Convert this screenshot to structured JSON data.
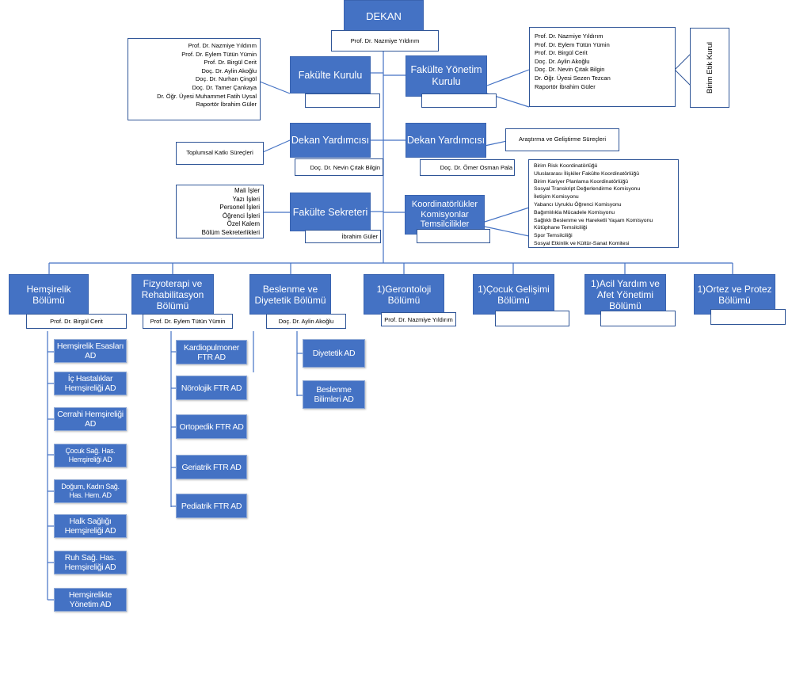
{
  "dean": {
    "title": "DEKAN",
    "name": "Prof. Dr. Nazmiye Yıldırım"
  },
  "faculty_board": {
    "title": "Fakülte Kurulu",
    "members": [
      "Prof. Dr. Nazmiye Yıldırım",
      "Prof. Dr. Eylem Tütün Yümin",
      "Prof. Dr. Birgül Cerit",
      "Doç. Dr. Aylin Akoğlu",
      "Doç. Dr. Nurhan Çingöl",
      "Doç. Dr. Tamer Çankaya",
      "Dr. Öğr. Üyesi Muhammet Fatih Uysal",
      "Raportör İbrahim Güler"
    ]
  },
  "faculty_management": {
    "title": "Fakülte Yönetim Kurulu",
    "members": [
      "Prof. Dr. Nazmiye Yıldırım",
      "Prof. Dr. Eylem Tütün Yümin",
      "Prof. Dr. Birgül Cerit",
      "Doç. Dr. Aylin Akoğlu",
      "Doç. Dr. Nevin Çıtak Bilgin",
      "Dr. Öğr. Üyesi Sezen Tezcan",
      "Raportör İbrahim Güler"
    ]
  },
  "ethics": {
    "title": "Birim Etik Kurul"
  },
  "vice_dean_left": {
    "title": "Dekan Yardımcısı",
    "name": "Doç. Dr. Nevin Çıtak Bilgin",
    "area": "Toplumsal Katkı Süreçleri"
  },
  "vice_dean_right": {
    "title": "Dekan Yardımcısı",
    "name": "Doç. Dr. Ömer Osman Pala",
    "area": "Araştırma ve Geliştirme Süreçleri"
  },
  "secretary": {
    "title": "Fakülte Sekreteri",
    "name": "İbrahim Güler",
    "units": [
      "Mali İşler",
      "Yazı İşleri",
      "Personel İşleri",
      "Öğrenci İşleri",
      "Özel Kalem",
      "Bölüm Sekreterlikleri"
    ]
  },
  "coordinators": {
    "title": "Koordinatörlükler Komisyonlar Temsilcilikler",
    "items": [
      "Birim Risk Koordinatörlüğü",
      "Uluslararası İlişkiler Fakülte Koordinatörlüğü",
      "Birim Kariyer Planlama Koordinatörlüğü",
      "Sosyal Transkript Değerlendirme Komisyonu",
      "İletişim Komisyonu",
      "Yabancı Uyruklu Öğrenci Komisyonu",
      "Bağımlılıkla Mücadele Komisyonu",
      "Sağlıklı Beslenme ve Hareketli Yaşam Komisyonu",
      "Kütüphane Temsilciliği",
      "Spor Temsilciliği",
      "Sosyal Etkinlik ve Kültür-Sanat Komitesi"
    ]
  },
  "departments": [
    {
      "title": "Hemşirelik Bölümü",
      "head": "Prof. Dr. Birgül Cerit",
      "units": [
        "Hemşirelik Esasları AD",
        "İç Hastalıklar Hemşireliği AD",
        "Cerrahi Hemşireliği AD",
        "Çocuk Sağ. Has. Hemşireliği AD",
        "Doğum, Kadın Sağ. Has. Hem. AD",
        "Halk Sağlığı Hemşireliği AD",
        "Ruh Sağ. Has. Hemşireliği AD",
        "Hemşirelikte Yönetim AD"
      ]
    },
    {
      "title": "Fizyoterapi ve Rehabilitasyon Bölümü",
      "head": "Prof. Dr. Eylem Tütün Yümin",
      "units": [
        "Kardiopulmoner FTR AD",
        "Nörolojik FTR AD",
        "Ortopedik FTR AD",
        "Geriatrik FTR AD",
        "Pediatrik FTR AD"
      ]
    },
    {
      "title": "Beslenme ve Diyetetik Bölümü",
      "head": "Doç. Dr. Aylin Akoğlu",
      "units": [
        "Diyetetik AD",
        "Beslenme Bilimleri AD"
      ]
    },
    {
      "title": "1)Gerontoloji Bölümü",
      "head": "Prof. Dr. Nazmiye Yıldırım",
      "units": []
    },
    {
      "title": "1)Çocuk Gelişimi Bölümü",
      "head": "",
      "units": []
    },
    {
      "title": "1)Acil Yardım ve Afet Yönetimi Bölümü",
      "head": "",
      "units": []
    },
    {
      "title": "1)Ortez ve Protez Bölümü",
      "head": "",
      "units": []
    }
  ]
}
